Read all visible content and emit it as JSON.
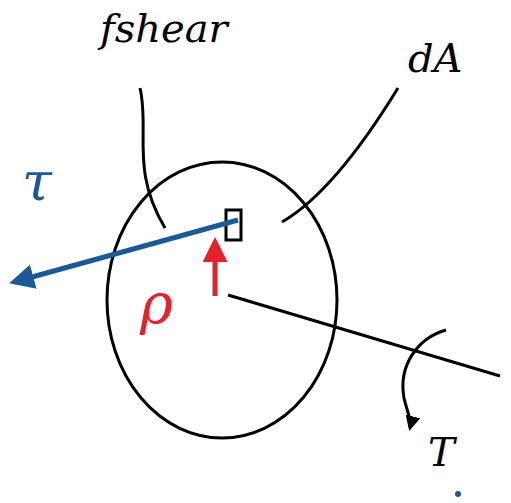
{
  "diagram": {
    "labels": [
      "fshear",
      "dA",
      "τ",
      "ρ",
      "T"
    ]
  }
}
